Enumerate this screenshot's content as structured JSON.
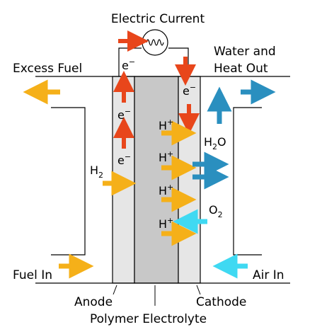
{
  "labels": {
    "electric_current": "Electric Current",
    "excess_fuel": "Excess Fuel",
    "water_heat_line1": "Water and",
    "water_heat_line2": "Heat Out",
    "fuel_in": "Fuel In",
    "air_in": "Air In",
    "anode": "Anode",
    "cathode": "Cathode",
    "polymer_electrolyte": "Polymer Electrolyte"
  },
  "species": {
    "electron": "e",
    "electron_charge": "−",
    "proton": "H",
    "proton_charge": "+",
    "hydrogen": "H",
    "hydrogen_sub": "2",
    "water": "H",
    "water_sub": "2",
    "water_tail": "O",
    "oxygen": "O",
    "oxygen_sub": "2"
  },
  "colors": {
    "electron_arrow": "#e8461b",
    "fuel_arrow": "#f5b019",
    "water_arrow": "#2a8fbf",
    "air_arrow": "#3fd9f2",
    "anode_fill": "#e6e6e6",
    "electrolyte_fill": "#c8c8c8",
    "cathode_fill": "#e6e6e6",
    "line": "#000000"
  }
}
